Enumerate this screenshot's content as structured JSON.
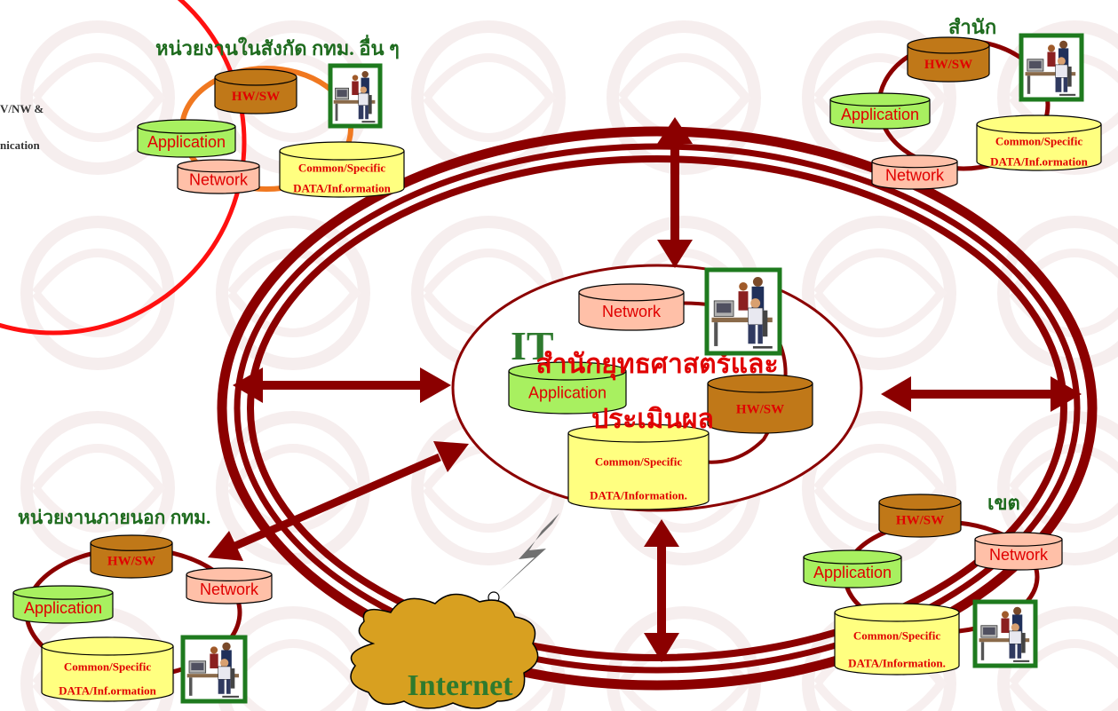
{
  "colors": {
    "ring_dark": "#8b0000",
    "ring_orange": "#f07820",
    "red_text": "#e00000",
    "green_title": "#1e6b1e",
    "hwsw_fill": "#c07818",
    "app_fill": "#a8f060",
    "network_fill": "#ffc0a8",
    "data_fill": "#ffff80",
    "cloud_fill": "#d8a020",
    "bolt": "#707070"
  },
  "labels": {
    "hwsw": "HW/SW",
    "application": "Application",
    "network": "Network",
    "common_specific": "Common/Specific",
    "data_inf_ormation": "DATA/Inf.ormation",
    "data_information_dot": "DATA/Information."
  },
  "corner_fragment": {
    "line1": "V/NW &",
    "line2": "nication"
  },
  "groups": {
    "top_left_title": "หน่วยงานในสังกัด กทม. อื่น ๆ",
    "top_right_title": "สำนัก",
    "bottom_left_title": "หน่วยงานภายนอก กทม.",
    "bottom_right_title": "เขต"
  },
  "center": {
    "it_label": "IT",
    "title_line1": "สำนักยุทธศาสตร์และ",
    "title_line2": "ประเมินผล"
  },
  "internet_label": "Internet"
}
